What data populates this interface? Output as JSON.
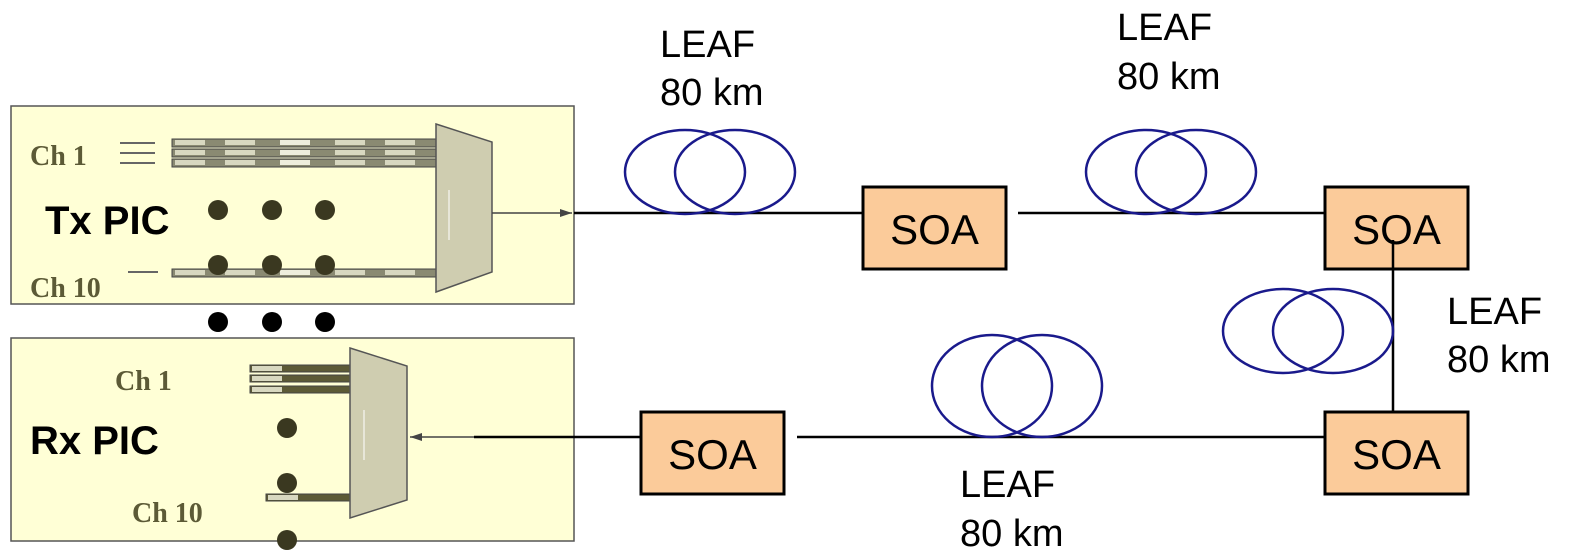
{
  "tx_pic": {
    "label": "Tx PIC",
    "ch_first": "Ch 1",
    "ch_last": "Ch 10"
  },
  "rx_pic": {
    "label": "Rx PIC",
    "ch_first": "Ch 1",
    "ch_last": "Ch 10"
  },
  "amplifiers": [
    {
      "label": "SOA"
    },
    {
      "label": "SOA"
    },
    {
      "label": "SOA"
    },
    {
      "label": "SOA"
    }
  ],
  "fiber_spans": [
    {
      "line1": "LEAF",
      "line2": "80 km"
    },
    {
      "line1": "LEAF",
      "line2": "80 km"
    },
    {
      "line1": "LEAF",
      "line2": "80 km"
    },
    {
      "line1": "LEAF",
      "line2": "80 km"
    }
  ],
  "colors": {
    "pic_fill": "#ffffd6",
    "soa_fill": "#fbcb9a",
    "mux_fill": "#cfcdb0",
    "coil_stroke": "#1a1a8c",
    "label_olive": "#5c5a36"
  }
}
